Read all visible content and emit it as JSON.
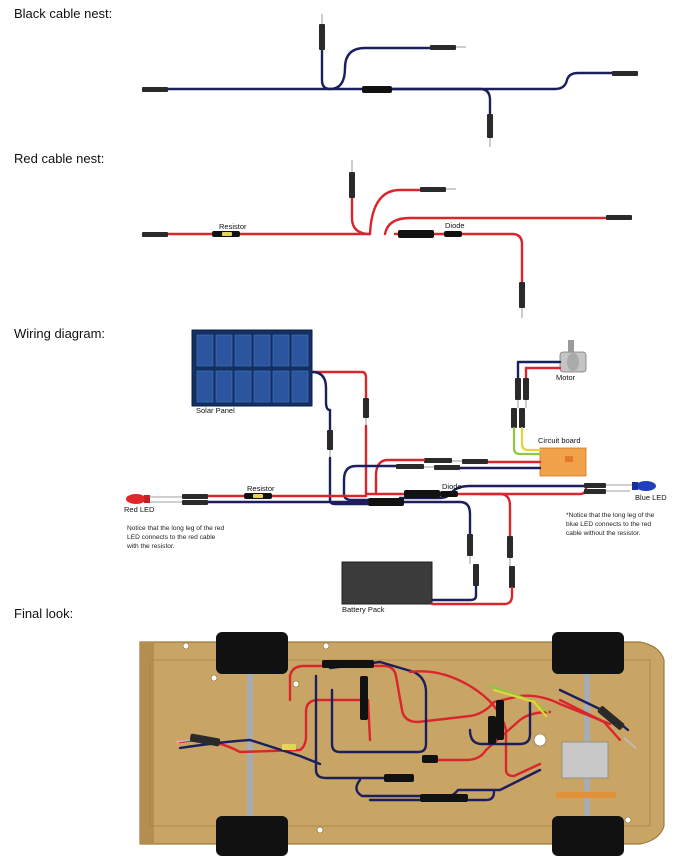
{
  "sections": {
    "black_cable_nest": "Black cable nest:",
    "red_cable_nest": "Red cable nest:",
    "wiring_diagram": "Wiring diagram:",
    "final_look": "Final look:"
  },
  "red_nest_labels": {
    "resistor": "Resistor",
    "diode": "Diode"
  },
  "wiring_labels": {
    "solar_panel": "Solar Panel",
    "motor": "Motor",
    "circuit_board": "Circuit board",
    "resistor": "Resistor",
    "diode": "Diode",
    "red_led": "Red LED",
    "blue_led": "Blue LED",
    "battery_pack": "Battery Pack"
  },
  "notes": {
    "red_led_note": [
      "Notice that the long leg of the red",
      "LED connects to the red cable",
      "with the resistor."
    ],
    "blue_led_note": [
      "*Notice that the long leg of the",
      "blue LED connects to the red",
      "cable without the resistor."
    ]
  },
  "colors": {
    "black_wire": "#1b1f5e",
    "red_wire": "#d8262c",
    "chassis": "#c9a565",
    "solar_panel": "#1c3b73",
    "circuit_board": "#f0a24a",
    "battery": "#3b3b3b"
  }
}
